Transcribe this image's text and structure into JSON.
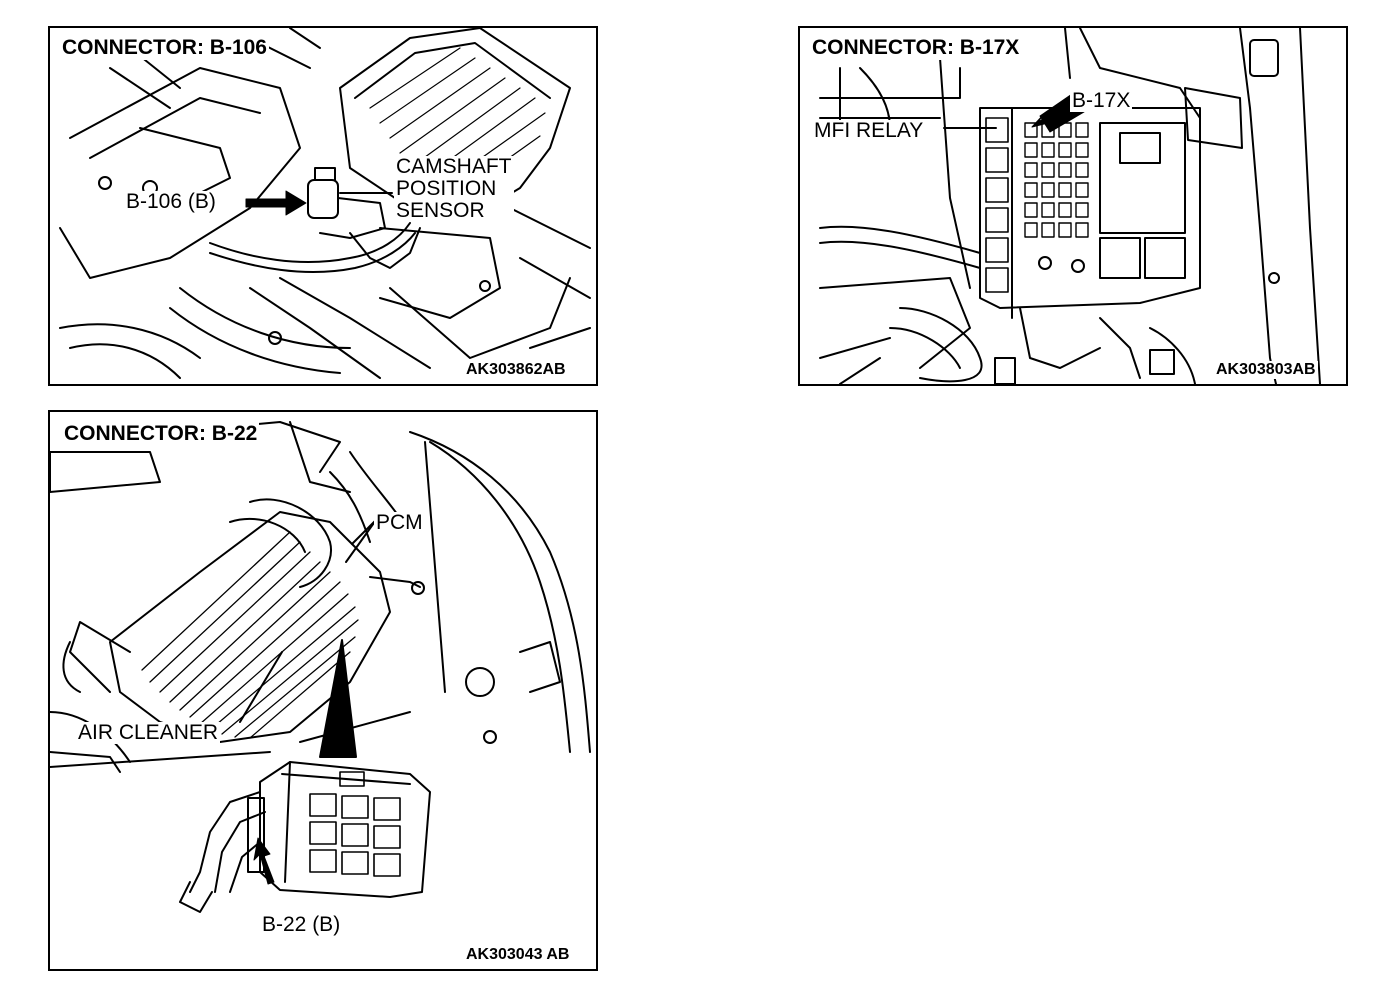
{
  "panels": [
    {
      "title": "CONNECTOR: B-106",
      "labels": {
        "connector": "B-106 (B)",
        "sensor": [
          "CAMSHAFT",
          "POSITION",
          "SENSOR"
        ]
      },
      "code": "AK303862AB"
    },
    {
      "title": "CONNECTOR: B-17X",
      "labels": {
        "connector": "B-17X",
        "relay": "MFI RELAY"
      },
      "code": "AK303803AB"
    },
    {
      "title": "CONNECTOR: B-22",
      "labels": {
        "pcm": "PCM",
        "air_cleaner": "AIR CLEANER",
        "connector": "B-22 (B)"
      },
      "code": "AK303043 AB"
    }
  ]
}
